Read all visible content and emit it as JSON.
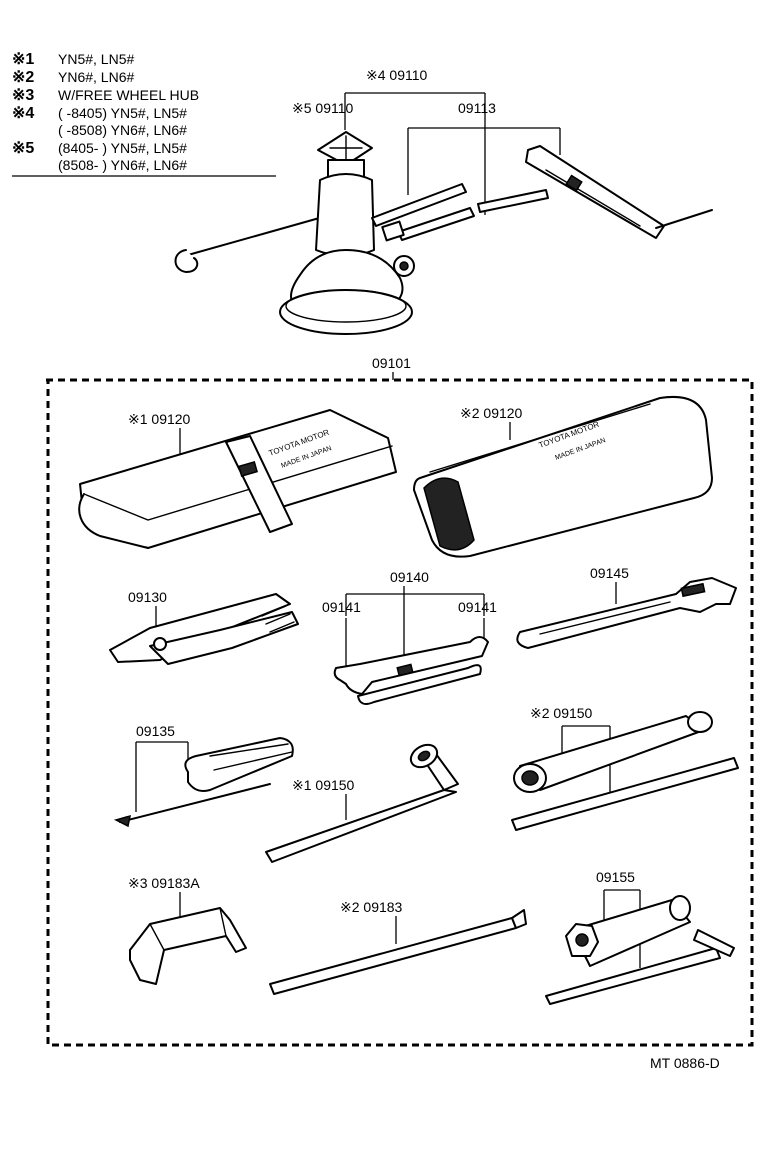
{
  "notes": [
    {
      "mark": "※1",
      "text": "YN5#, LN5#"
    },
    {
      "mark": "※2",
      "text": "YN6#, LN6#"
    },
    {
      "mark": "※3",
      "text": "W/FREE WHEEL HUB"
    },
    {
      "mark": "※4",
      "text": "(      -8405) YN5#, LN5#"
    },
    {
      "mark": "",
      "text": "(      -8508) YN6#, LN6#"
    },
    {
      "mark": "※5",
      "text": "(8405-        ) YN5#, LN5#"
    },
    {
      "mark": "",
      "text": "(8508-        ) YN6#, LN6#"
    }
  ],
  "labels": {
    "jack_group": "※4 09110",
    "jack": "※5 09110",
    "jack_handle": "09113",
    "tool_kit": "09101",
    "tool_bag_1": "※1 09120",
    "tool_bag_2": "※2 09120",
    "pliers": "09130",
    "wrench_set": "09140",
    "wrench_left": "09141",
    "wrench_right": "09141",
    "adjustable_wrench": "09145",
    "screwdriver": "09135",
    "lug_wrench_1": "※1 09150",
    "lug_wrench_2": "※2 09150",
    "hub_tool": "※3 09183A",
    "tire_iron": "※2 09183",
    "plug_wrench": "09155",
    "diagram_id": "MT 0886-D"
  },
  "bag_print": {
    "brand": "TOYOTA MOTOR",
    "origin": "MADE IN JAPAN"
  }
}
